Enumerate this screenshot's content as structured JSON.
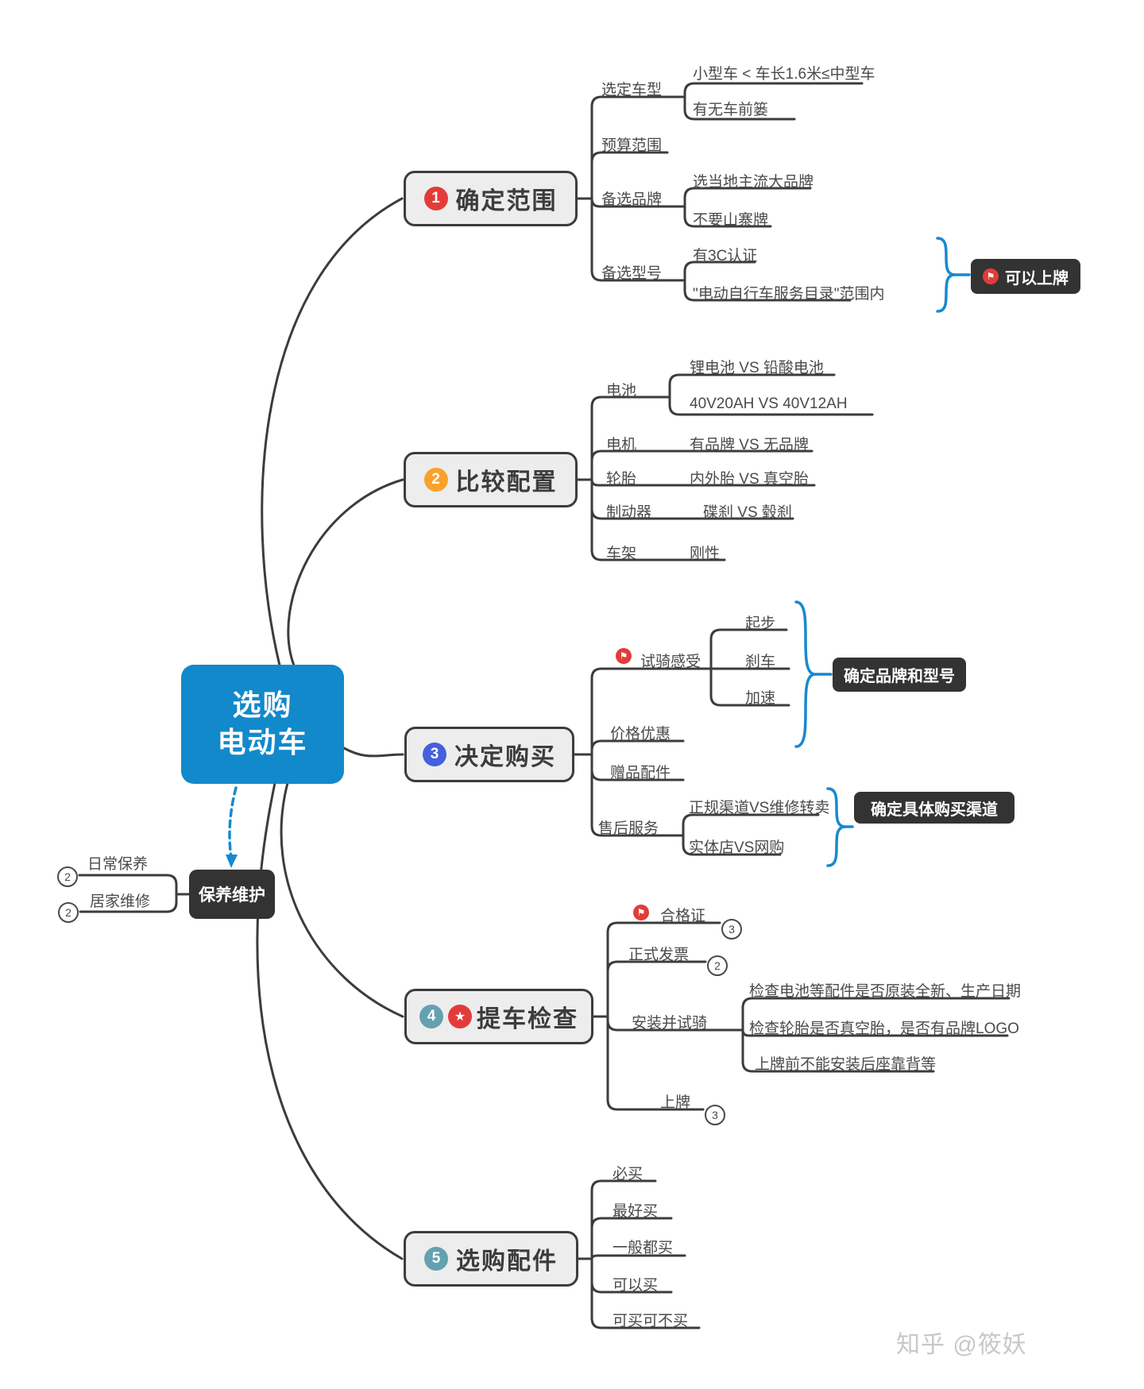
{
  "central": {
    "line1": "选购",
    "line2": "电动车"
  },
  "icons": {
    "flag": "⚑",
    "star": "★"
  },
  "colors": {
    "central_blue": "#1289cb",
    "connector_blue": "#1789cd",
    "line_dark": "#3c3c3c",
    "badge_red": "#e23c39",
    "badge_orange": "#f9a22b",
    "badge_blue": "#4460dd",
    "badge_teal": "#64a1b0",
    "callout_black": "#333333",
    "node_gray": "#ededed"
  },
  "branches": [
    {
      "number": "1",
      "label": "确定范围",
      "children": [
        {
          "label": "选定车型",
          "children": [
            {
              "label": "小型车 < 车长1.6米≤中型车"
            },
            {
              "label": "有无车前篓"
            }
          ]
        },
        {
          "label": "预算范围"
        },
        {
          "label": "备选品牌",
          "children": [
            {
              "label": "选当地主流大品牌"
            },
            {
              "label": "不要山寨牌"
            }
          ]
        },
        {
          "label": "备选型号",
          "children": [
            {
              "label": "有3C认证"
            },
            {
              "label": "\"电动自行车服务目录\"范围内"
            }
          ]
        }
      ],
      "callout": {
        "label": "可以上牌"
      }
    },
    {
      "number": "2",
      "label": "比较配置",
      "children": [
        {
          "label": "电池",
          "children": [
            {
              "label": "锂电池 VS 铅酸电池"
            },
            {
              "label": "40V20AH VS 40V12AH"
            }
          ]
        },
        {
          "label": "电机",
          "children": [
            {
              "label": "有品牌 VS 无品牌"
            }
          ]
        },
        {
          "label": "轮胎",
          "children": [
            {
              "label": "内外胎 VS 真空胎"
            }
          ]
        },
        {
          "label": "制动器",
          "children": [
            {
              "label": "碟刹 VS 毂刹"
            }
          ]
        },
        {
          "label": "车架",
          "children": [
            {
              "label": "刚性"
            }
          ]
        }
      ]
    },
    {
      "number": "3",
      "label": "决定购买",
      "children": [
        {
          "label": "试骑感受",
          "marker": "flag",
          "children": [
            {
              "label": "起步"
            },
            {
              "label": "刹车"
            },
            {
              "label": "加速"
            }
          ],
          "callout": {
            "label": "确定品牌和型号"
          }
        },
        {
          "label": "价格优惠"
        },
        {
          "label": "赠品配件"
        },
        {
          "label": "售后服务",
          "children": [
            {
              "label": "正规渠道VS维修转卖"
            },
            {
              "label": "实体店VS网购"
            }
          ],
          "callout": {
            "label": "确定具体购买渠道"
          }
        }
      ]
    },
    {
      "number": "4",
      "star": true,
      "label": "提车检查",
      "children": [
        {
          "label": "合格证",
          "marker": "flag",
          "badge": "3"
        },
        {
          "label": "正式发票",
          "badge": "2"
        },
        {
          "label": "安装并试骑",
          "children": [
            {
              "label": "检查电池等配件是否原装全新、生产日期"
            },
            {
              "label": "检查轮胎是否真空胎，是否有品牌LOGO"
            },
            {
              "label": "上牌前不能安装后座靠背等"
            }
          ]
        },
        {
          "label": "上牌",
          "badge": "3"
        }
      ]
    },
    {
      "number": "5",
      "label": "选购配件",
      "children": [
        {
          "label": "必买"
        },
        {
          "label": "最好买"
        },
        {
          "label": "一般都买"
        },
        {
          "label": "可以买"
        },
        {
          "label": "可买可不买"
        }
      ]
    }
  ],
  "maintenance": {
    "label": "保养维护",
    "children": [
      {
        "label": "日常保养",
        "badge": "2"
      },
      {
        "label": "居家维修",
        "badge": "2"
      }
    ]
  },
  "watermark": "知乎 @筱妖"
}
